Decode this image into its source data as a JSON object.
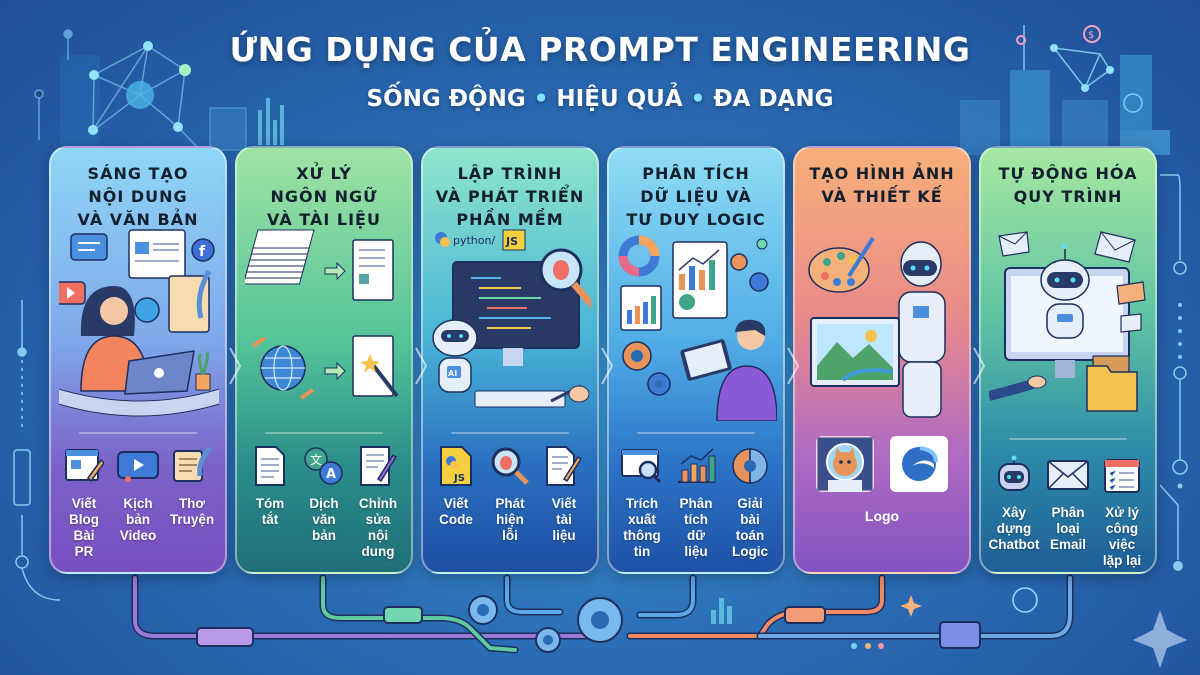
{
  "header": {
    "title": "ỨNG DỤNG CỦA PROMPT ENGINEERING",
    "subtitle_parts": [
      "SỐNG ĐỘNG",
      "HIỆU QUẢ",
      "ĐA DẠNG"
    ],
    "separator": "•"
  },
  "cards": [
    {
      "title": "SÁNG TẠO\nNỘI DUNG\nVÀ VĂN BẢN",
      "illustration": "woman-writing-on-laptop-with-social-icons",
      "items": [
        {
          "label": "Viết\nBlog\nBài\nPR",
          "icon": "blog-edit-icon"
        },
        {
          "label": "Kịch\nbản\nVideo",
          "icon": "video-play-icon"
        },
        {
          "label": "Thơ\nTruyện",
          "icon": "scroll-quill-icon"
        }
      ]
    },
    {
      "title": "XỬ LÝ\nNGÔN NGỮ\nVÀ TÀI LIỆU",
      "illustration": "document-stack-to-summary-and-translation",
      "items": [
        {
          "label": "Tóm\ntắt",
          "icon": "document-icon"
        },
        {
          "label": "Dịch\nvăn\nbản",
          "icon": "translate-icon"
        },
        {
          "label": "Chỉnh\nsửa\nnội\ndung",
          "icon": "document-pencil-icon"
        }
      ]
    },
    {
      "title": "LẬP TRÌNH\nVÀ PHÁT TRIỂN\nPHẦN MỀM",
      "illustration": "ai-robot-coding-with-bug-magnifier",
      "tags": [
        "python/",
        "JS"
      ],
      "items": [
        {
          "label": "Viết\nCode",
          "icon": "python-js-file-icon"
        },
        {
          "label": "Phát\nhiện\nlỗi",
          "icon": "bug-magnifier-icon"
        },
        {
          "label": "Viết\ntài\nliệu",
          "icon": "document-pencil-icon"
        }
      ]
    },
    {
      "title": "PHÂN TÍCH\nDỮ LIỆU VÀ\nTƯ DUY LOGIC",
      "illustration": "analyst-with-charts-and-gears",
      "items": [
        {
          "label": "Trích\nxuất\nthông\ntin",
          "icon": "search-window-icon"
        },
        {
          "label": "Phân\ntích\ndữ\nliệu",
          "icon": "bar-chart-icon"
        },
        {
          "label": "Giải\nbài\ntoán\nLogic",
          "icon": "gear-brain-icon"
        }
      ]
    },
    {
      "title": "TẠO HÌNH ẢNH\nVÀ THIẾT KẾ",
      "illustration": "robot-holding-landscape-painting-with-palette",
      "items": [
        {
          "label": "Logo",
          "icons": [
            "astronaut-cat-image",
            "swoosh-logo-image"
          ]
        }
      ]
    },
    {
      "title": "TỰ ĐỘNG HÓA\nQUY TRÌNH",
      "illustration": "robot-in-monitor-with-emails-and-folders",
      "items": [
        {
          "label": "Xây\ndựng\nChatbot",
          "icon": "robot-head-icon"
        },
        {
          "label": "Phân\nloại\nEmail",
          "icon": "envelope-icon"
        },
        {
          "label": "Xử lý\ncông\nviệc\nlặp lại",
          "icon": "checklist-calendar-icon"
        }
      ]
    }
  ],
  "colors": {
    "bg_center": "#3a9ad6",
    "bg_edge": "#1f4f98",
    "title": "#ffffff",
    "subtitle_dot": "#7fe3ff",
    "card_title": "#14202e"
  }
}
